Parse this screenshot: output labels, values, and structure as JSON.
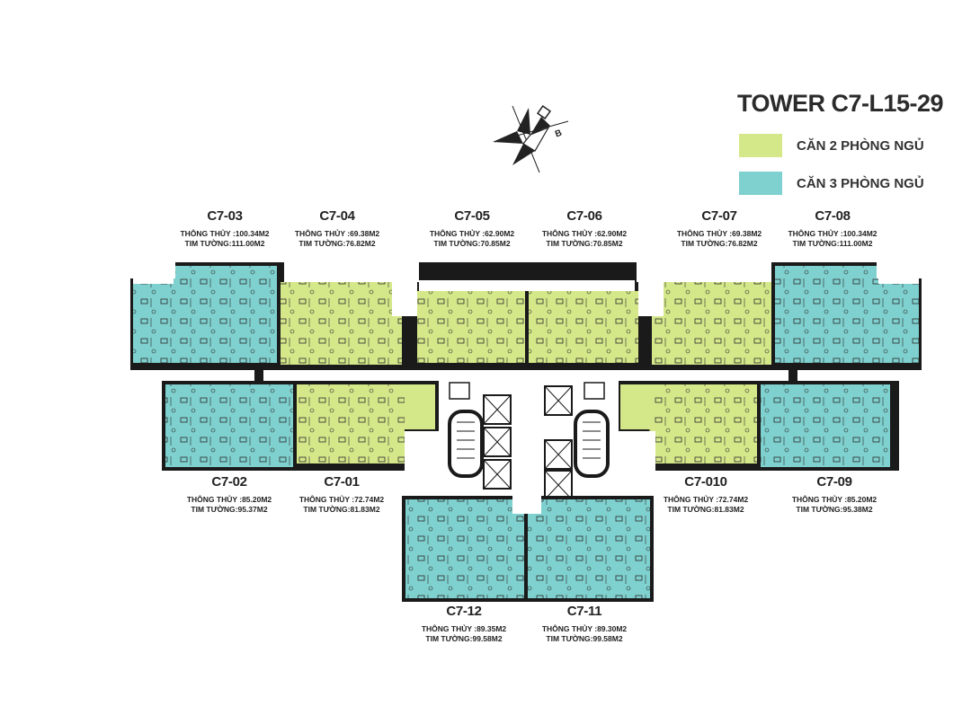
{
  "title": "TOWER C7-L15-29",
  "legend": [
    {
      "label": "CĂN 2 PHÒNG NGỦ",
      "color": "#d4e88a"
    },
    {
      "label": "CĂN 3 PHÒNG NGỦ",
      "color": "#7fd1cf"
    }
  ],
  "compass": {
    "north_mark": "B"
  },
  "colors": {
    "two_bed": "#d4e88a",
    "three_bed": "#7fd1cf",
    "wall": "#1a1a1a",
    "core": "#ffffff"
  },
  "units": [
    {
      "code": "C7-03",
      "net": "THÔNG THỦY :100.34M2",
      "gross": "TIM TƯỜNG:111.00M2",
      "type": "three_bed"
    },
    {
      "code": "C7-04",
      "net": "THÔNG THỦY :69.38M2",
      "gross": "TIM TƯỜNG:76.82M2",
      "type": "two_bed"
    },
    {
      "code": "C7-05",
      "net": "THÔNG THỦY :62.90M2",
      "gross": "TIM TƯỜNG:70.85M2",
      "type": "two_bed"
    },
    {
      "code": "C7-06",
      "net": "THÔNG THỦY :62.90M2",
      "gross": "TIM TƯỜNG:70.85M2",
      "type": "two_bed"
    },
    {
      "code": "C7-07",
      "net": "THÔNG THỦY :69.38M2",
      "gross": "TIM TƯỜNG:76.82M2",
      "type": "two_bed"
    },
    {
      "code": "C7-08",
      "net": "THÔNG THỦY :100.34M2",
      "gross": "TIM TƯỜNG:111.00M2",
      "type": "three_bed"
    },
    {
      "code": "C7-02",
      "net": "THÔNG THỦY :85.20M2",
      "gross": "TIM TƯỜNG:95.37M2",
      "type": "three_bed"
    },
    {
      "code": "C7-01",
      "net": "THÔNG THỦY :72.74M2",
      "gross": "TIM TƯỜNG:81.83M2",
      "type": "two_bed"
    },
    {
      "code": "C7-010",
      "net": "THÔNG THỦY :72.74M2",
      "gross": "TIM TƯỜNG:81.83M2",
      "type": "two_bed"
    },
    {
      "code": "C7-09",
      "net": "THÔNG THỦY :85.20M2",
      "gross": "TIM TƯỜNG:95.38M2",
      "type": "three_bed"
    },
    {
      "code": "C7-12",
      "net": "THÔNG THỦY :89.35M2",
      "gross": "TIM TƯỜNG:99.58M2",
      "type": "three_bed"
    },
    {
      "code": "C7-11",
      "net": "THÔNG THỦY :89.30M2",
      "gross": "TIM TƯỜNG:99.58M2",
      "type": "three_bed"
    }
  ]
}
